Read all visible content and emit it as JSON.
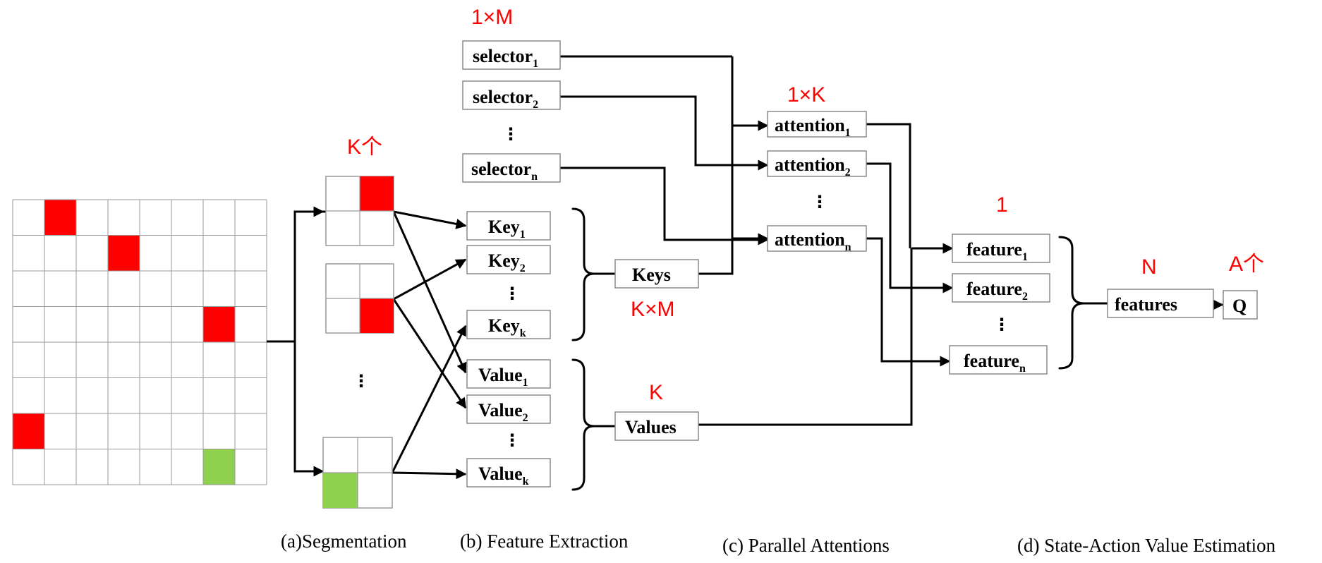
{
  "annotations": {
    "sel_dim": "1×M",
    "seg_count": "K个",
    "att_dim": "1×K",
    "keys_dim": "K×M",
    "values_dim": "K",
    "feat_dim": "1",
    "features_dim": "N",
    "q_dim": "A个"
  },
  "selectors": [
    {
      "base": "selector",
      "sub": "1"
    },
    {
      "base": "selector",
      "sub": "2"
    },
    {
      "base": "selector",
      "sub": "n"
    }
  ],
  "keys": [
    {
      "base": "Key",
      "sub": "1"
    },
    {
      "base": "Key",
      "sub": "2"
    },
    {
      "base": "Key",
      "sub": "k"
    }
  ],
  "values": [
    {
      "base": "Value",
      "sub": "1"
    },
    {
      "base": "Value",
      "sub": "2"
    },
    {
      "base": "Value",
      "sub": "k"
    }
  ],
  "attentions": [
    {
      "base": "attention",
      "sub": "1"
    },
    {
      "base": "attention",
      "sub": "2"
    },
    {
      "base": "attention",
      "sub": "n"
    }
  ],
  "features_list": [
    {
      "base": "feature",
      "sub": "1"
    },
    {
      "base": "feature",
      "sub": "2"
    },
    {
      "base": "feature",
      "sub": "n"
    }
  ],
  "nodes": {
    "keys": "Keys",
    "values": "Values",
    "features": "features",
    "q": "Q"
  },
  "ellipsis": "⋮",
  "captions": {
    "a": "(a)Segmentation",
    "b": "(b) Feature Extraction",
    "c": "(c) Parallel Attentions",
    "d": "(d) State-Action Value Estimation"
  },
  "colors": {
    "red_cell": "#ff0000",
    "green_cell": "#8fd14f",
    "annotation": "#ff0000"
  }
}
